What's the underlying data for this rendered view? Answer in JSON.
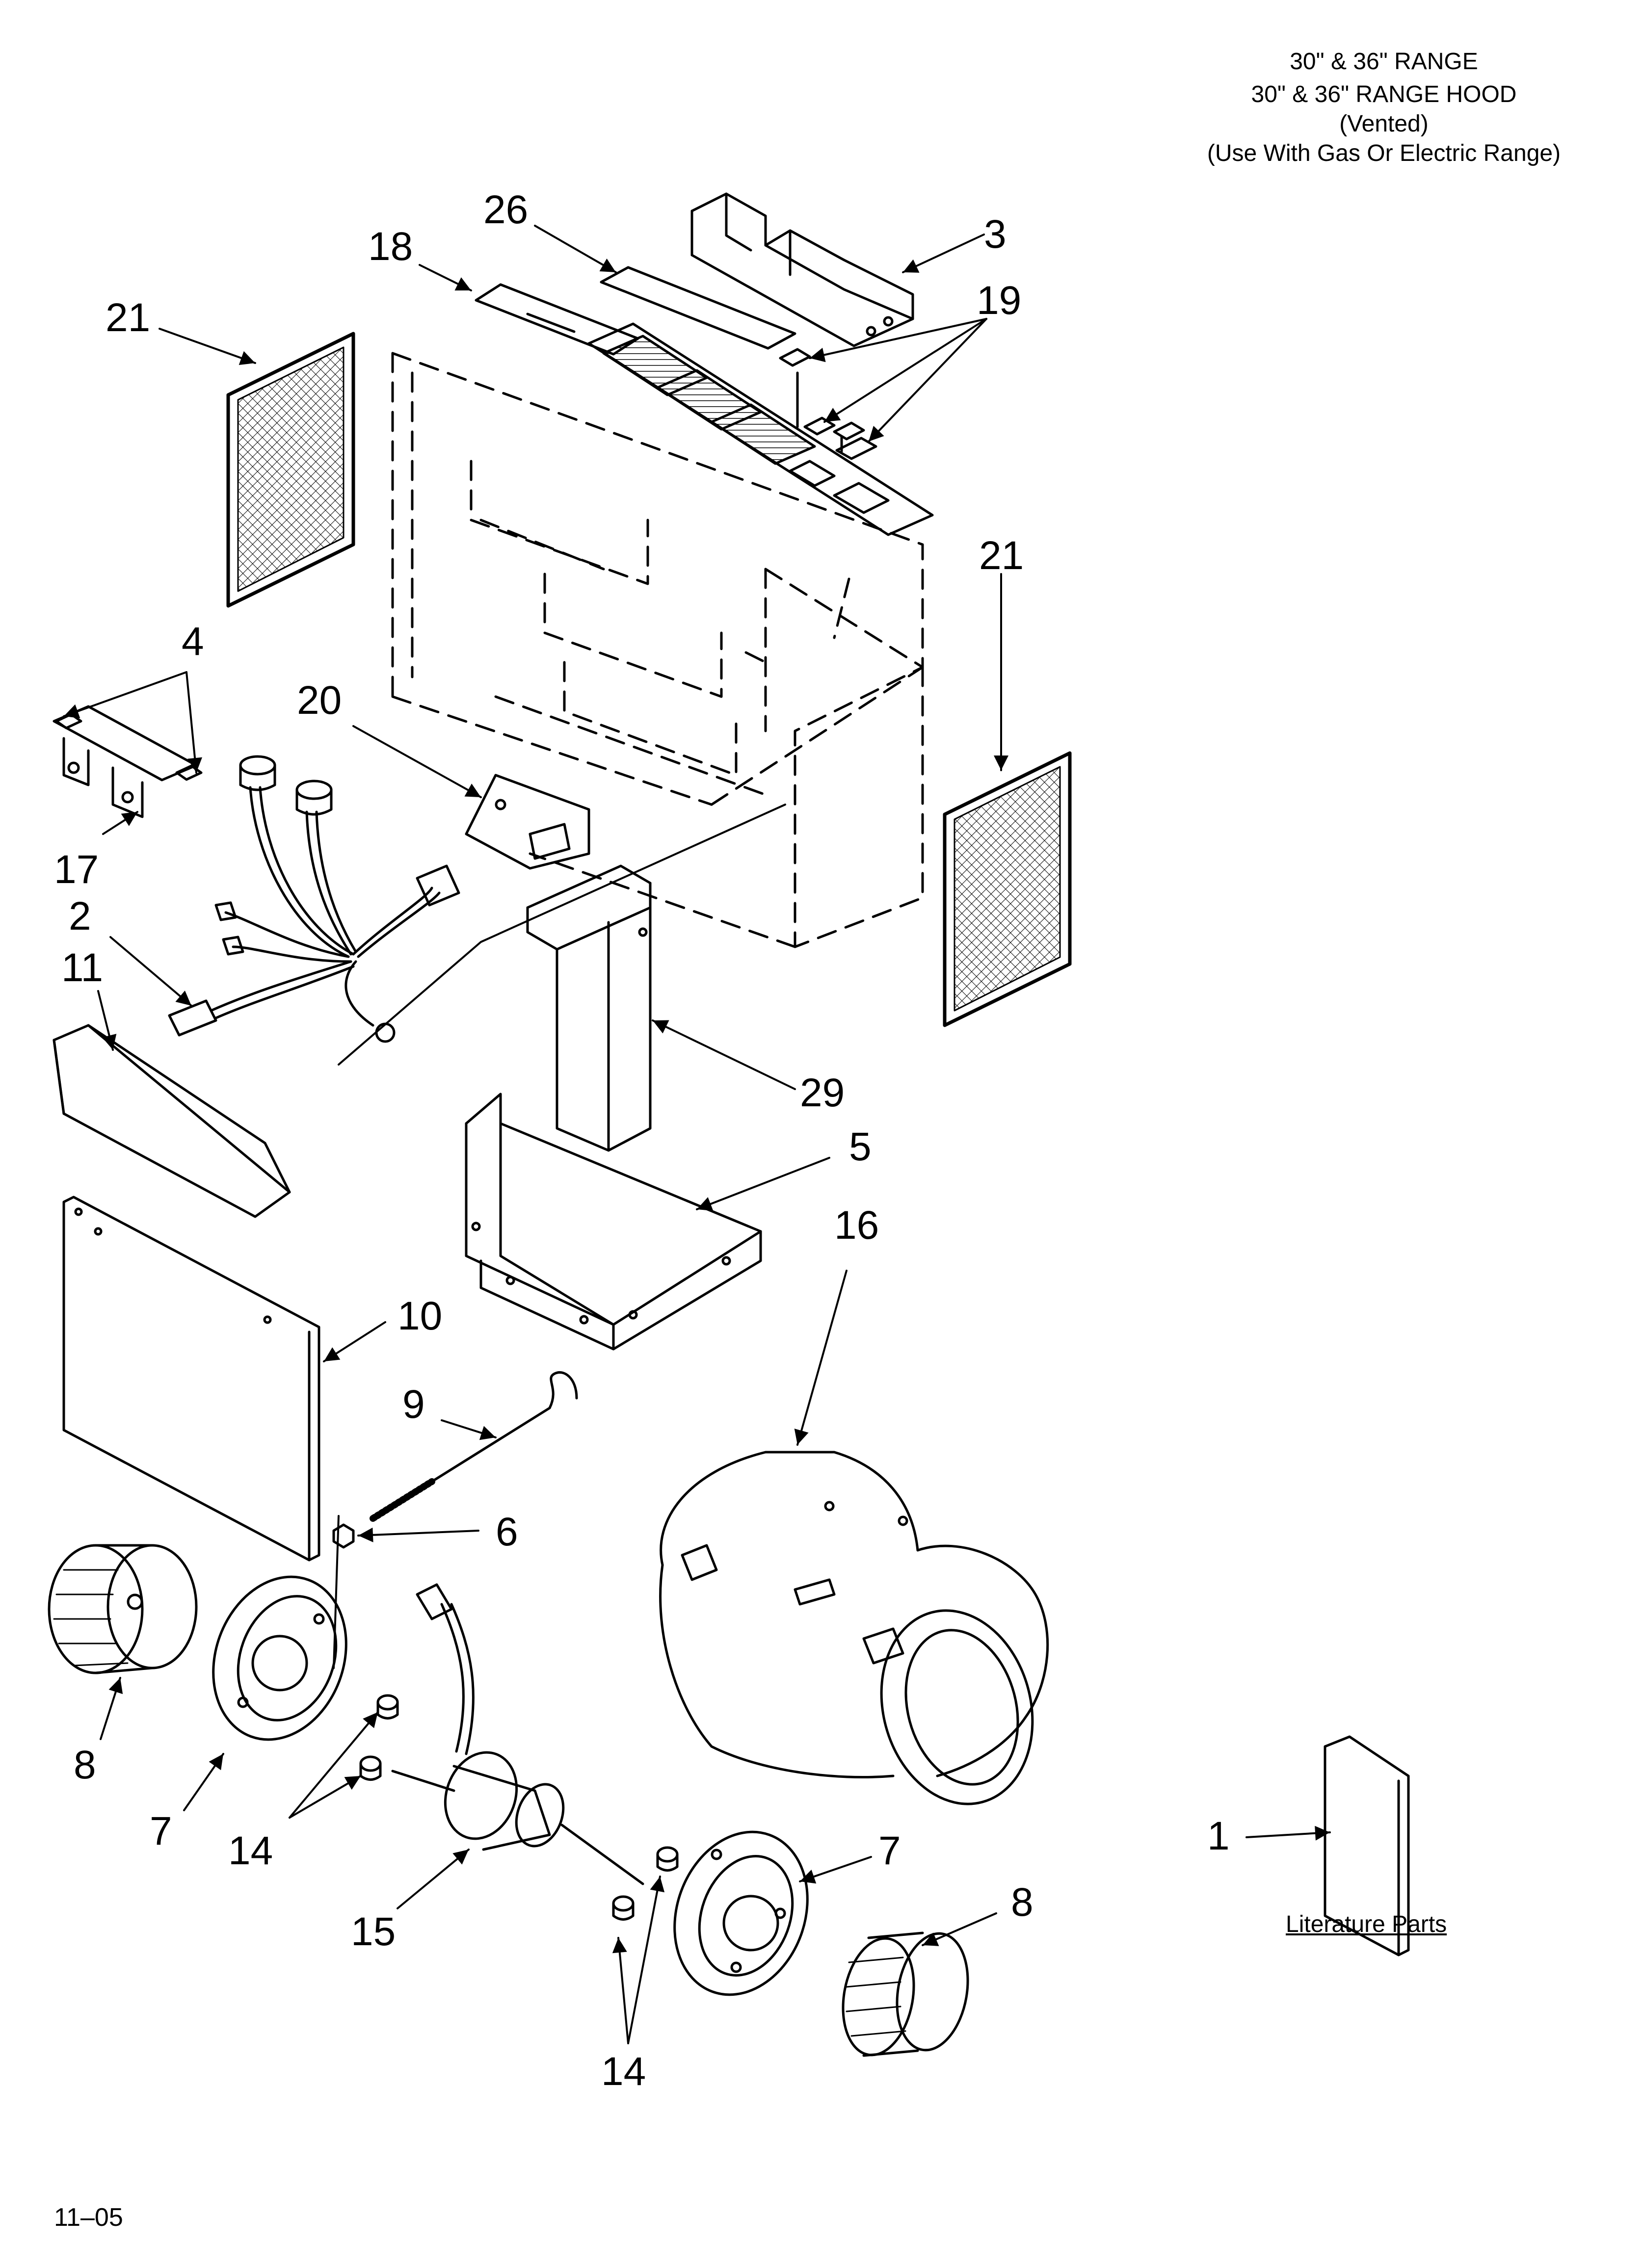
{
  "header": {
    "line1": "30\" & 36\" RANGE",
    "line2": "30\" & 36\" RANGE HOOD",
    "line3": "(Vented)",
    "line4": "(Use With Gas Or Electric Range)"
  },
  "labels": {
    "p1": "1",
    "p2": "2",
    "p3": "3",
    "p4": "4",
    "p5": "5",
    "p6": "6",
    "p7a": "7",
    "p7b": "7",
    "p8a": "8",
    "p8b": "8",
    "p9": "9",
    "p10": "10",
    "p11": "11",
    "p14a": "14",
    "p14b": "14",
    "p15": "15",
    "p16": "16",
    "p17": "17",
    "p18": "18",
    "p19": "19",
    "p20": "20",
    "p21a": "21",
    "p21b": "21",
    "p26": "26",
    "p29": "29"
  },
  "literature_label": "Literature Parts",
  "date_code": "11–05"
}
